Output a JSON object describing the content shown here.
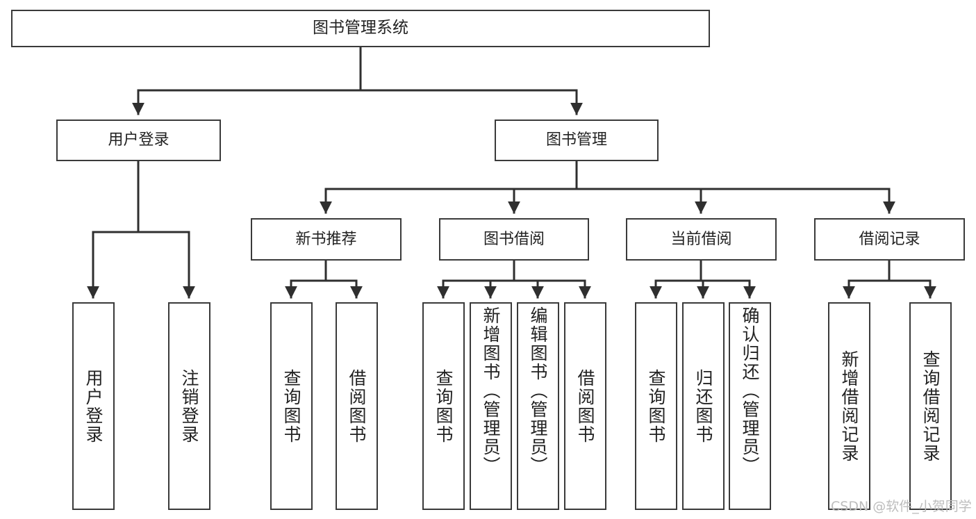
{
  "diagram": {
    "title": "图书管理系统",
    "type": "tree-hierarchy-chart",
    "colors": {
      "box_border": "#3a3a3a",
      "box_fill": "#ffffff",
      "connector": "#2f2f2f",
      "text": "#222222",
      "watermark": "#bdbdbd",
      "background": "#ffffff"
    },
    "root": {
      "label": "图书管理系统"
    },
    "level1": [
      {
        "label": "用户登录"
      },
      {
        "label": "图书管理"
      }
    ],
    "level2": [
      {
        "label": "新书推荐"
      },
      {
        "label": "图书借阅"
      },
      {
        "label": "当前借阅"
      },
      {
        "label": "借阅记录"
      }
    ],
    "leaves": {
      "user_login": [
        {
          "label": "用户登录"
        },
        {
          "label": "注销登录"
        }
      ],
      "new_book_recommend": [
        {
          "label": "查询图书"
        },
        {
          "label": "借阅图书"
        }
      ],
      "book_borrow": [
        {
          "label": "查询图书"
        },
        {
          "label": "新增图书（管理员）"
        },
        {
          "label": "编辑图书（管理员）"
        },
        {
          "label": "借阅图书"
        }
      ],
      "current_borrow": [
        {
          "label": "查询图书"
        },
        {
          "label": "归还图书"
        },
        {
          "label": "确认归还（管理员）"
        }
      ],
      "borrow_record": [
        {
          "label": "新增借阅记录"
        },
        {
          "label": "查询借阅记录"
        }
      ]
    }
  },
  "watermark": {
    "text": "CSDN @软件_小贺同学"
  }
}
